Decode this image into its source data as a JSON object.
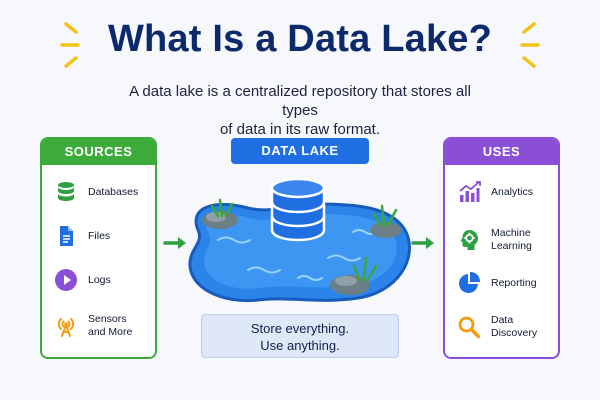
{
  "header": {
    "title": "What Is a Data Lake?",
    "subtitle_line1": "A data lake is a centralized repository that stores all types",
    "subtitle_line2": "of data in its raw format."
  },
  "sources": {
    "heading": "SOURCES",
    "color": "#3cab3c",
    "items": [
      {
        "label": "Databases",
        "icon": "database-icon"
      },
      {
        "label": "Files",
        "icon": "file-icon"
      },
      {
        "label": "Logs",
        "icon": "play-icon"
      },
      {
        "label_line1": "Sensors",
        "label_line2": "and More",
        "icon": "sensor-icon"
      }
    ]
  },
  "lake": {
    "label": "DATA LAKE",
    "tagline_line1": "Store everything.",
    "tagline_line2": "Use anything.",
    "color": "#1f6fe3"
  },
  "uses": {
    "heading": "USES",
    "color": "#8a4fd6",
    "items": [
      {
        "label": "Analytics",
        "icon": "analytics-chart-icon"
      },
      {
        "label_line1": "Machine",
        "label_line2": "Learning",
        "icon": "brain-gear-icon"
      },
      {
        "label": "Reporting",
        "icon": "pie-chart-icon"
      },
      {
        "label_line1": "Data",
        "label_line2": "Discovery",
        "icon": "magnifier-icon"
      }
    ]
  }
}
